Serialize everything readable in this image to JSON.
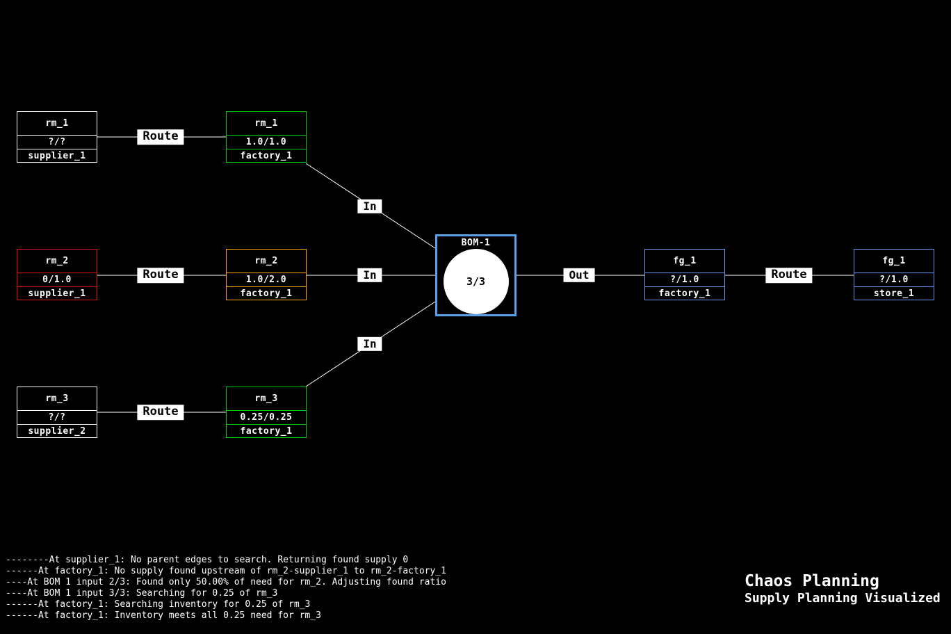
{
  "colors": {
    "background": "#000000",
    "edge": "#ffffff",
    "node_unknown": "#ffffff",
    "node_missing": "#e01010",
    "node_found": "#00cc00",
    "node_partial": "#ffa500",
    "node_finished_good": "#6495ed",
    "bom_border": "#5aa0e8"
  },
  "nodes": [
    {
      "name": "rm_1",
      "value": "?/?",
      "location": "supplier_1",
      "color": "#ffffff"
    },
    {
      "name": "rm_1",
      "value": "1.0/1.0",
      "location": "factory_1",
      "color": "#00cc00"
    },
    {
      "name": "rm_2",
      "value": "0/1.0",
      "location": "supplier_1",
      "color": "#e01010"
    },
    {
      "name": "rm_2",
      "value": "1.0/2.0",
      "location": "factory_1",
      "color": "#ffa500"
    },
    {
      "name": "rm_3",
      "value": "?/?",
      "location": "supplier_2",
      "color": "#ffffff"
    },
    {
      "name": "rm_3",
      "value": "0.25/0.25",
      "location": "factory_1",
      "color": "#00cc00"
    },
    {
      "name": "fg_1",
      "value": "?/1.0",
      "location": "factory_1",
      "color": "#6495ed"
    },
    {
      "name": "fg_1",
      "value": "?/1.0",
      "location": "store_1",
      "color": "#6495ed"
    }
  ],
  "bom": {
    "label": "BOM-1",
    "ratio": "3/3",
    "border": "#5aa0e8"
  },
  "edge_labels": {
    "route": "Route",
    "in": "In",
    "out": "Out"
  },
  "log_lines": [
    "--------At supplier_1: No parent edges to search. Returning found supply 0",
    "------At factory_1: No supply found upstream of rm_2-supplier_1 to rm_2-factory_1",
    "----At BOM 1 input 2/3: Found only 50.00% of need for rm_2. Adjusting found ratio",
    "----At BOM 1 input 3/3: Searching for 0.25 of rm_3",
    "------At factory_1: Searching inventory for 0.25 of rm_3",
    "------At factory_1: Inventory meets all 0.25 need for rm_3"
  ],
  "footer": {
    "title": "Chaos Planning",
    "subtitle": "Supply Planning Visualized"
  }
}
